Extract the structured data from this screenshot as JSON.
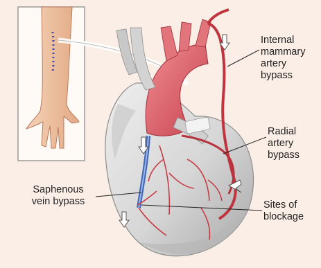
{
  "diagram": {
    "labels": {
      "internal_mammary": "Internal\nmammary\nartery\nbypass",
      "radial": "Radial\nartery\nbypass",
      "saphenous": "Saphenous\nvein bypass",
      "blockage": "Sites of\nblockage"
    }
  },
  "colors": {
    "background": "#fbeee6",
    "heart": "#d7d7d7",
    "heart_shadow": "#a9a9a9",
    "aorta": "#d9626c",
    "artery": "#c0343e",
    "vein": "#3f66b8",
    "skin": "#f1c2a0",
    "leader_line": "#222222"
  }
}
